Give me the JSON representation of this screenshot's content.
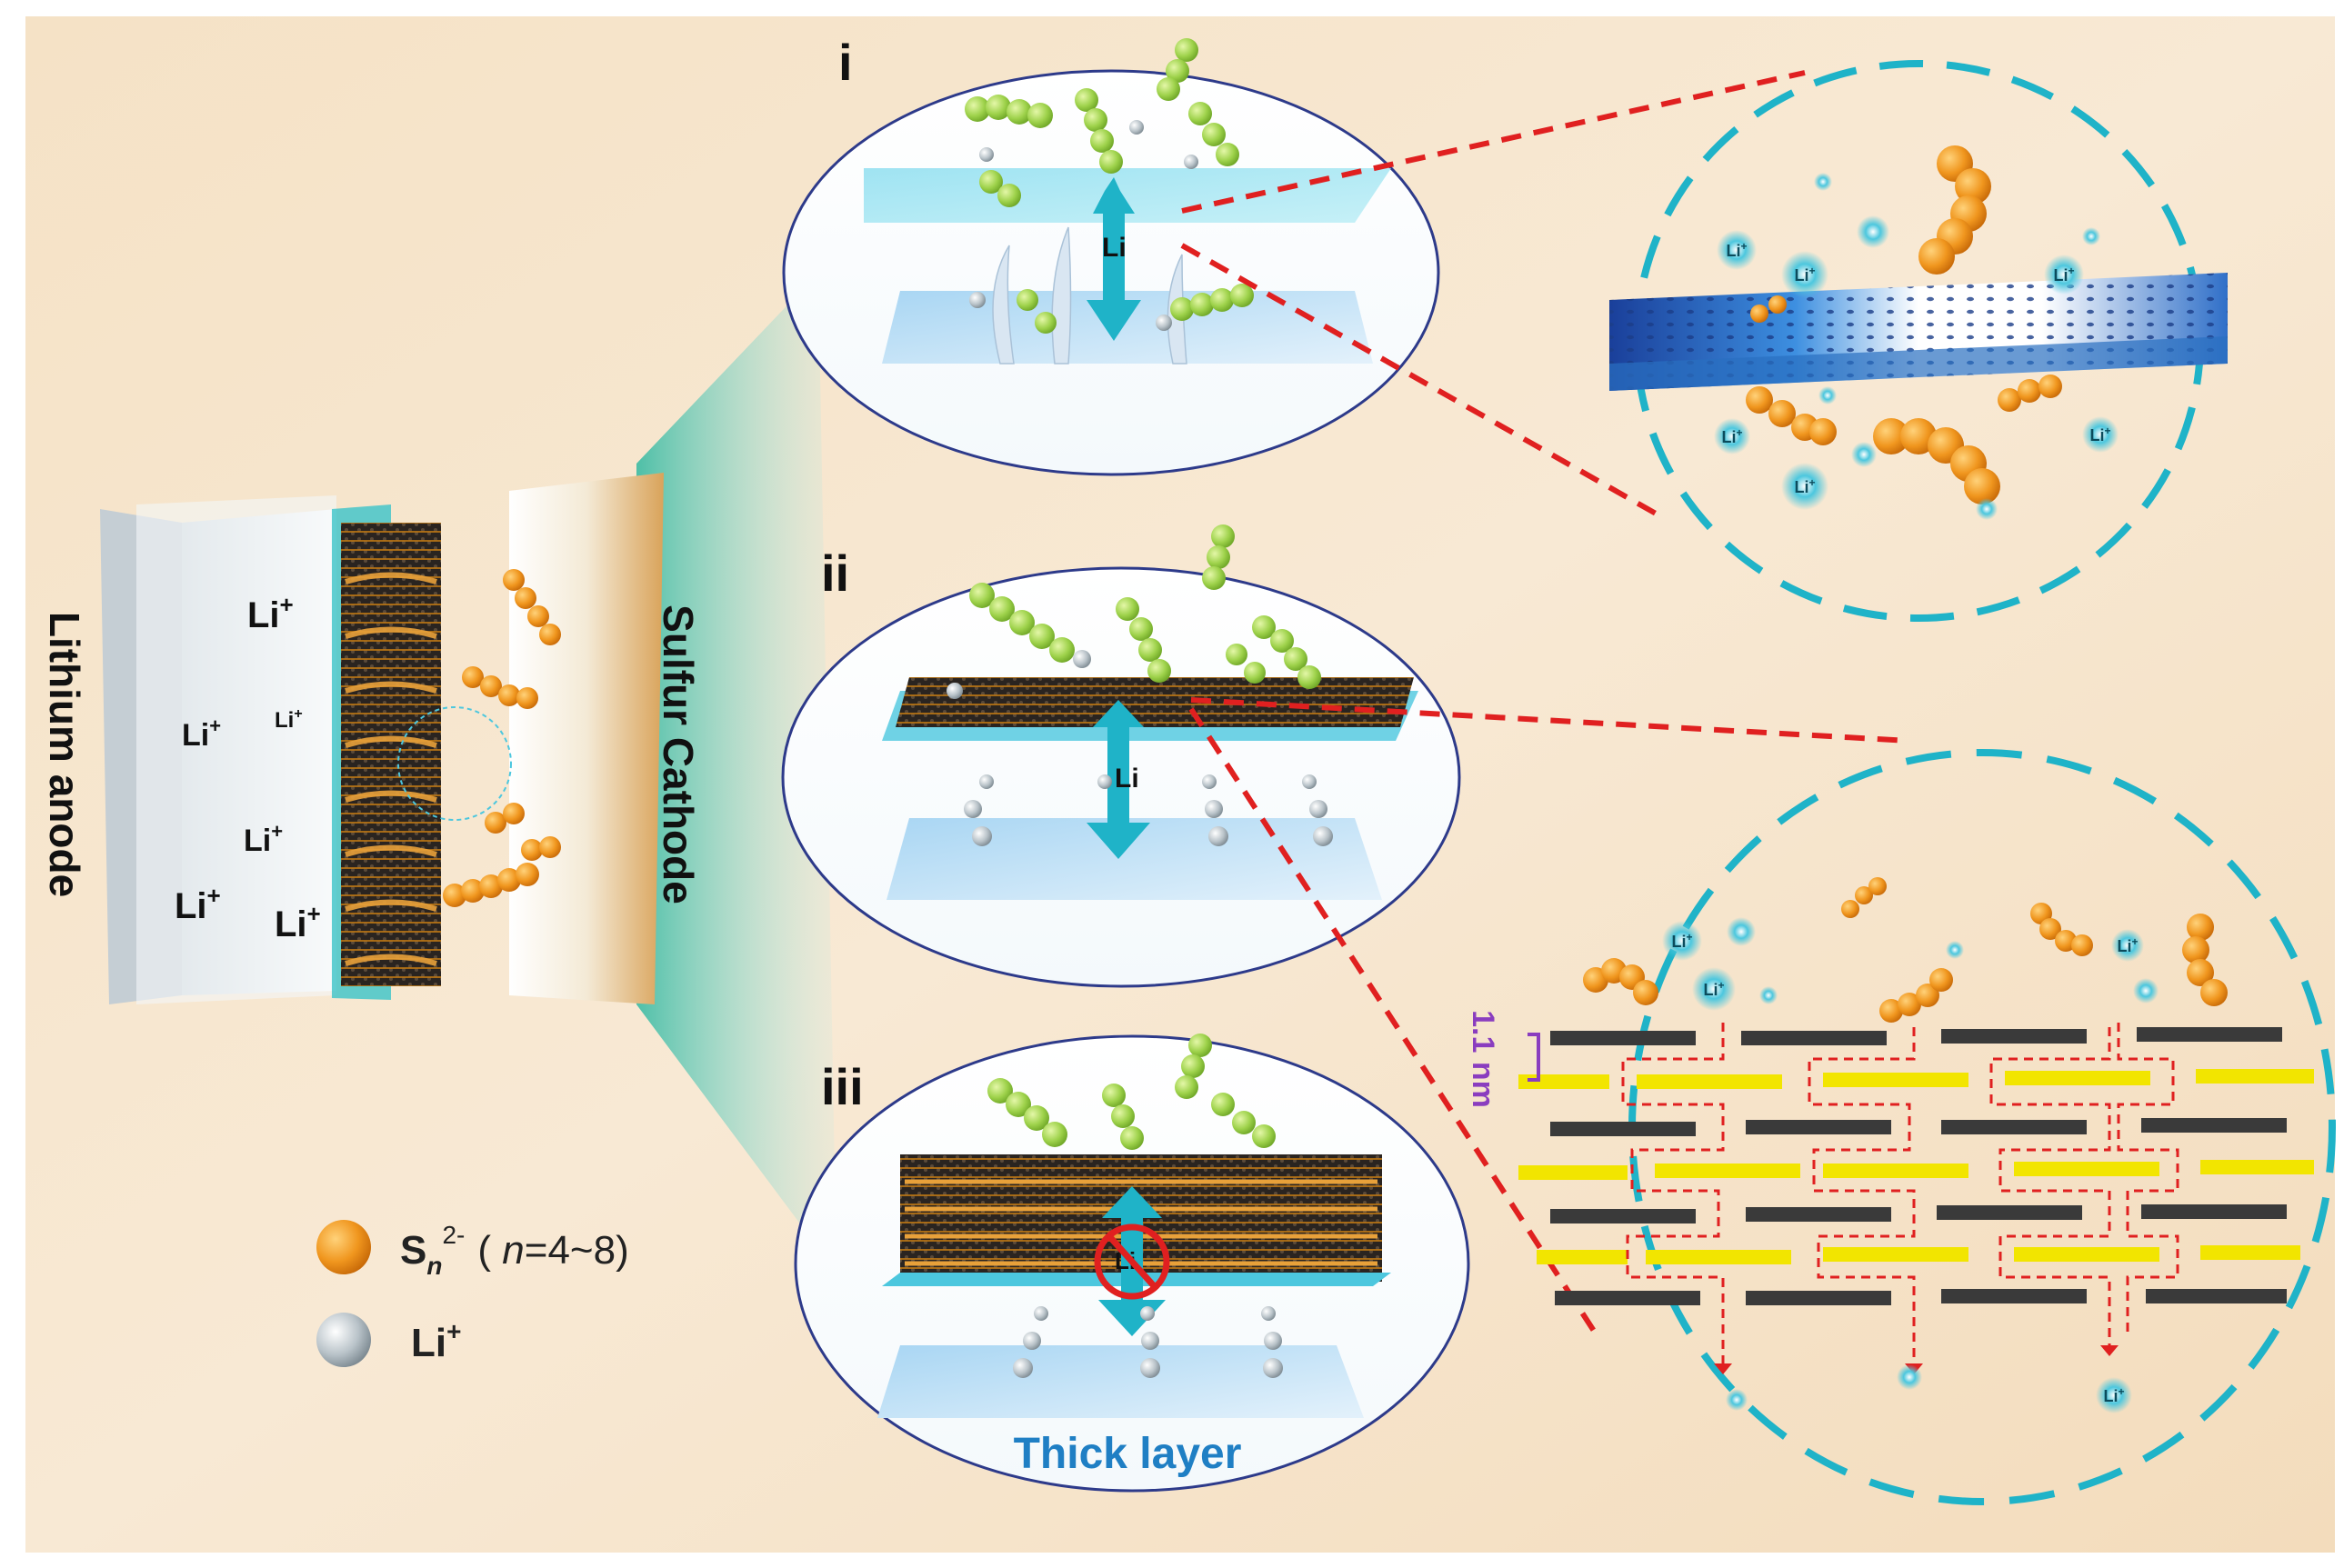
{
  "battery": {
    "anode_label": "Lithium anode",
    "cathode_label": "Sulfur Cathode",
    "li_ion_label": "Li",
    "li_ion_sup": "+"
  },
  "panels": {
    "i": {
      "label": "i",
      "arrow_label": "Li"
    },
    "ii": {
      "label": "ii",
      "arrow_label": "Li"
    },
    "iii": {
      "label": "iii",
      "arrow_label": "Li",
      "caption": "Thick layer"
    }
  },
  "zoom": {
    "spacing_label": "1.1 nm",
    "li_label": "Li",
    "li_sup": "+"
  },
  "legend": {
    "polysulfide": {
      "s": "S",
      "sub": "n",
      "sup": "2-",
      "formula_open": "( ",
      "n": "n",
      "range": "=4~8)"
    },
    "li": {
      "text": "Li",
      "sup": "+"
    }
  },
  "colors": {
    "background": "#f3dcbc",
    "teal": "#1fb3c8",
    "red_dash": "#e02020",
    "polysulfide_orange": "#f0961e",
    "sulfur_green": "#9ed24b",
    "layer_yellow": "#f2e500",
    "layer_dark": "#3a3a3a",
    "caption_blue": "#1f7fc4"
  }
}
